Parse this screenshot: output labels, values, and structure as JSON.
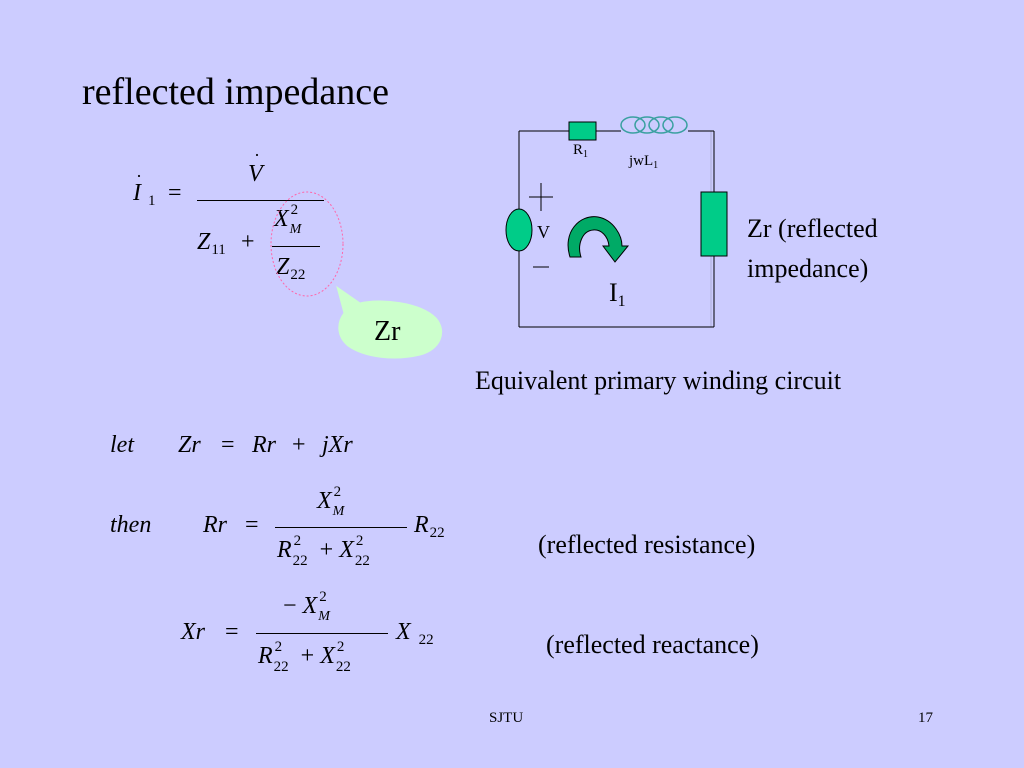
{
  "title": "reflected impedance",
  "eq1": {
    "lhs_var": "I",
    "lhs_sub": "1",
    "eq": "=",
    "num": "V",
    "den_z": "Z",
    "den_z_sub": "11",
    "plus": "+",
    "x": "X",
    "x_sup": "2",
    "x_sub": "M",
    "z": "Z",
    "z_sub": "22"
  },
  "callout": {
    "text": "Zr"
  },
  "circuit": {
    "r_label": "R",
    "r_sub": "1",
    "l_label": "jwL",
    "l_sub": "1",
    "plus_sign": "+",
    "minus_sign": "−",
    "v_label": "V",
    "i_label": "I",
    "i_sub": "1",
    "zr_line1": "Zr  (reflected",
    "zr_line2": "impedance)",
    "caption": "Equivalent primary winding circuit"
  },
  "let_eq": {
    "kw": "let",
    "lhs": "Zr",
    "eq": "=",
    "rhs1": "Rr",
    "plus": "+",
    "rhs2": "jXr"
  },
  "rr_eq": {
    "kw": "then",
    "lhs": "Rr",
    "eq": "=",
    "num_x": "X",
    "num_sup": "2",
    "num_sub": "M",
    "den_r": "R",
    "den_r_sup": "2",
    "den_r_sub": "22",
    "den_plus": "+",
    "den_x": "X",
    "den_x_sup": "2",
    "den_x_sub": "22",
    "factor": "R",
    "factor_sub": "22",
    "note": "(reflected resistance)"
  },
  "xr_eq": {
    "lhs": "Xr",
    "eq": "=",
    "num_minus": "−",
    "num_x": "X",
    "num_sup": "2",
    "num_sub": "M",
    "den_r": "R",
    "den_r_sup": "2",
    "den_r_sub": "22",
    "den_plus": "+",
    "den_x": "X",
    "den_x_sup": "2",
    "den_x_sub": "22",
    "factor": "X",
    "factor_sub": "22",
    "note": "(reflected reactance)"
  },
  "footer": {
    "center": "SJTU",
    "page": "17"
  },
  "colors": {
    "background": "#ccccff",
    "component_fill": "#00cc88",
    "callout_fill": "#ccffcc",
    "arrow_fill": "#00aa66",
    "inductor_stroke": "#3aa0a0",
    "ellipse_stroke": "#ff66aa"
  }
}
